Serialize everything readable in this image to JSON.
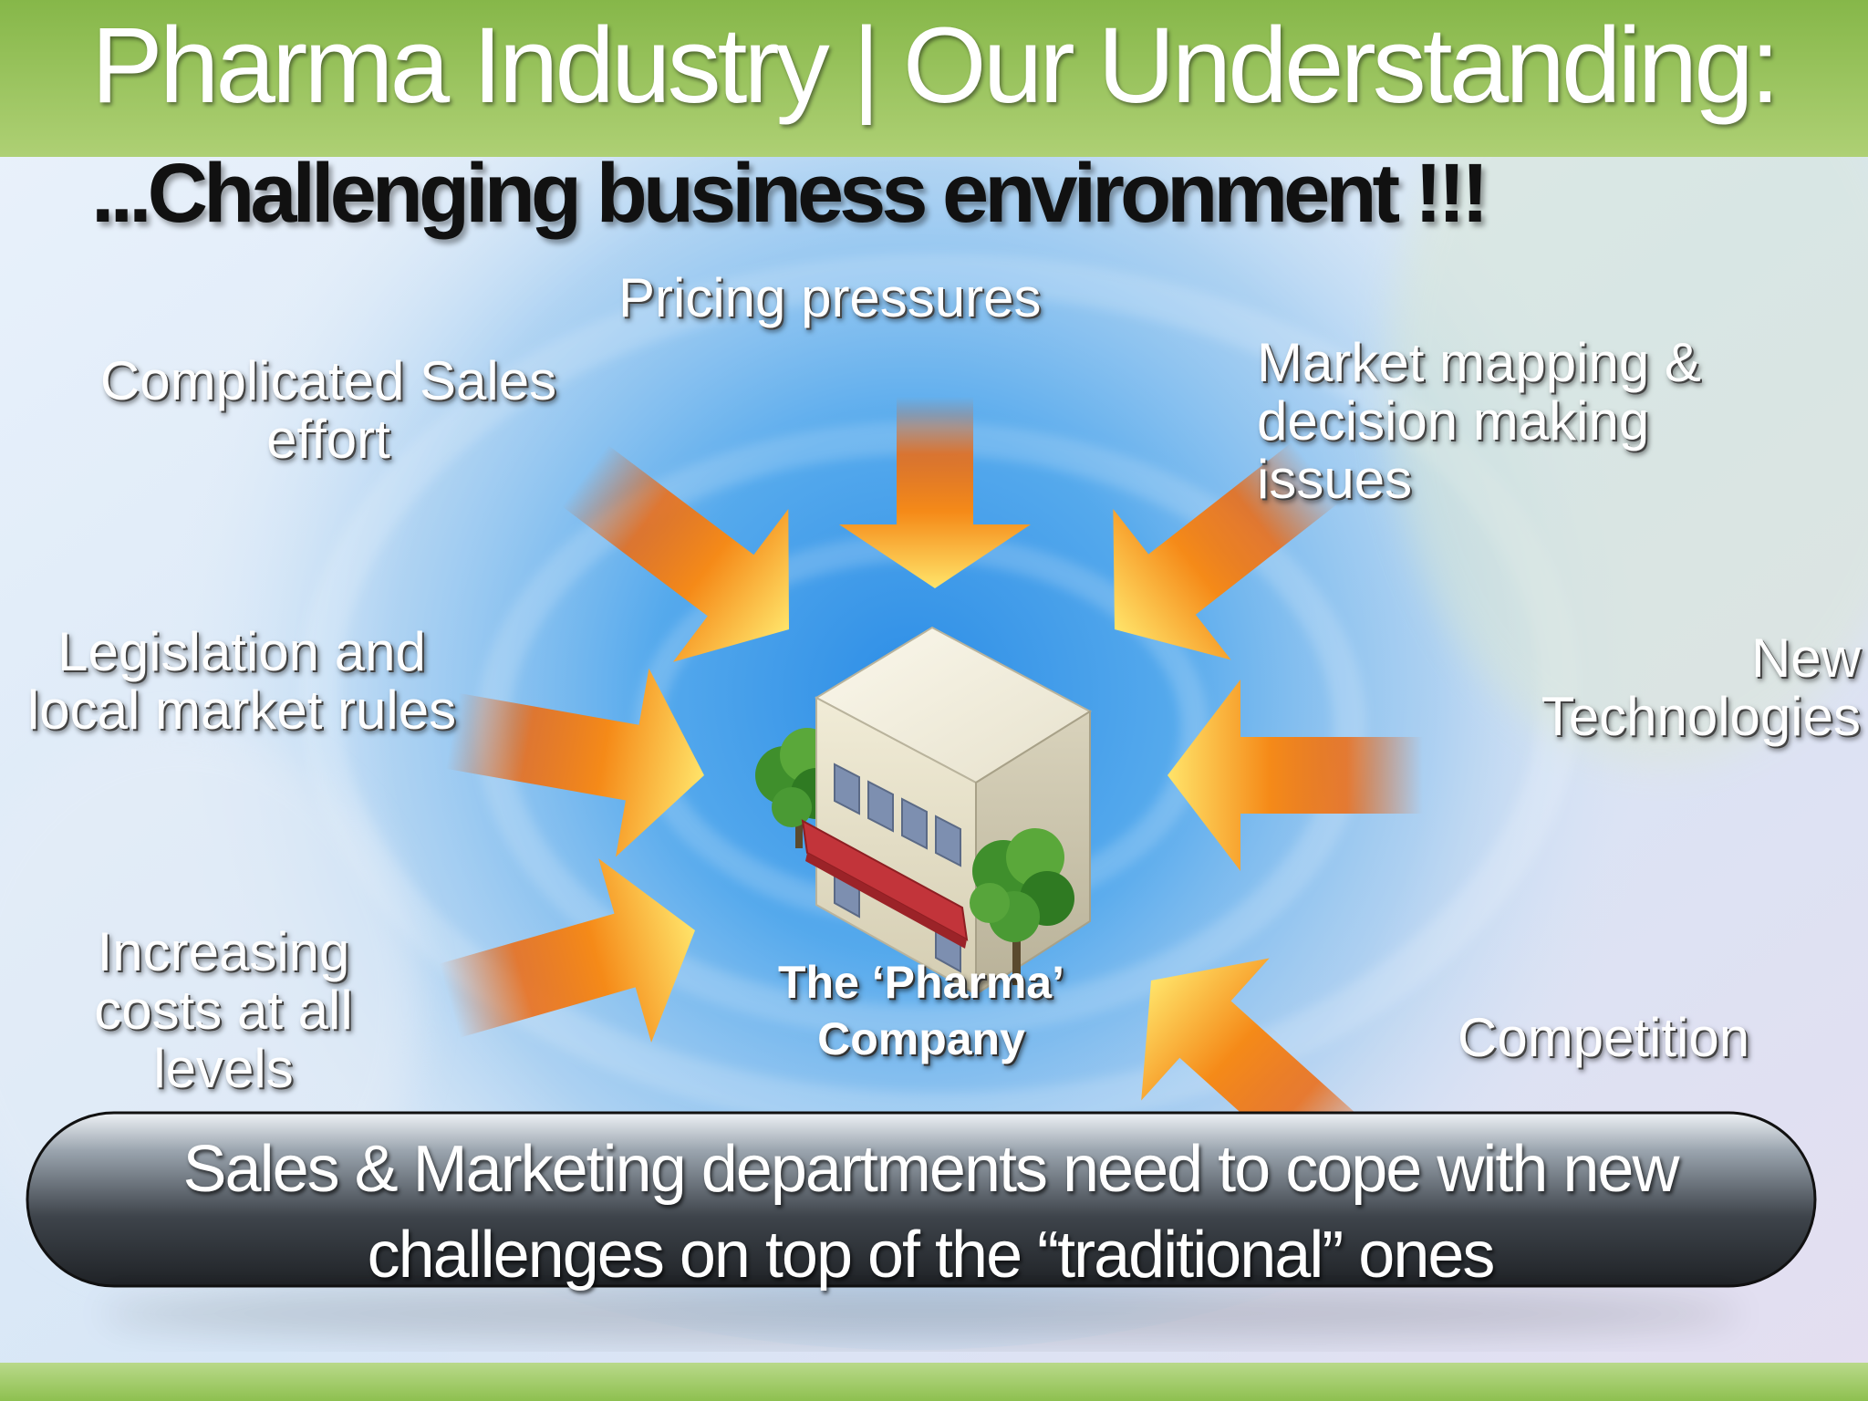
{
  "slide": {
    "title": "Pharma Industry | Our Understanding:",
    "subtitle": "...Challenging business environment !!!"
  },
  "challenges": [
    {
      "label": "Pricing pressures"
    },
    {
      "label": "Complicated Sales effort"
    },
    {
      "label": "Market mapping & decision making issues"
    },
    {
      "label": "Legislation and local market rules"
    },
    {
      "label": "New Technologies"
    },
    {
      "label": "Increasing costs at all levels"
    },
    {
      "label": "Competition"
    }
  ],
  "center": {
    "label": "The ‘Pharma’ Company",
    "icon": "building-icon"
  },
  "banner": {
    "text": "Sales & Marketing departments need to cope with new challenges on top of the “traditional” ones"
  },
  "colors": {
    "header_band": "#9bc45a",
    "background_blue": "#3d9ce8",
    "arrow_orange": "#f06a0a",
    "arrow_yellow": "#ffd84a",
    "banner_dark": "#2f3338"
  }
}
